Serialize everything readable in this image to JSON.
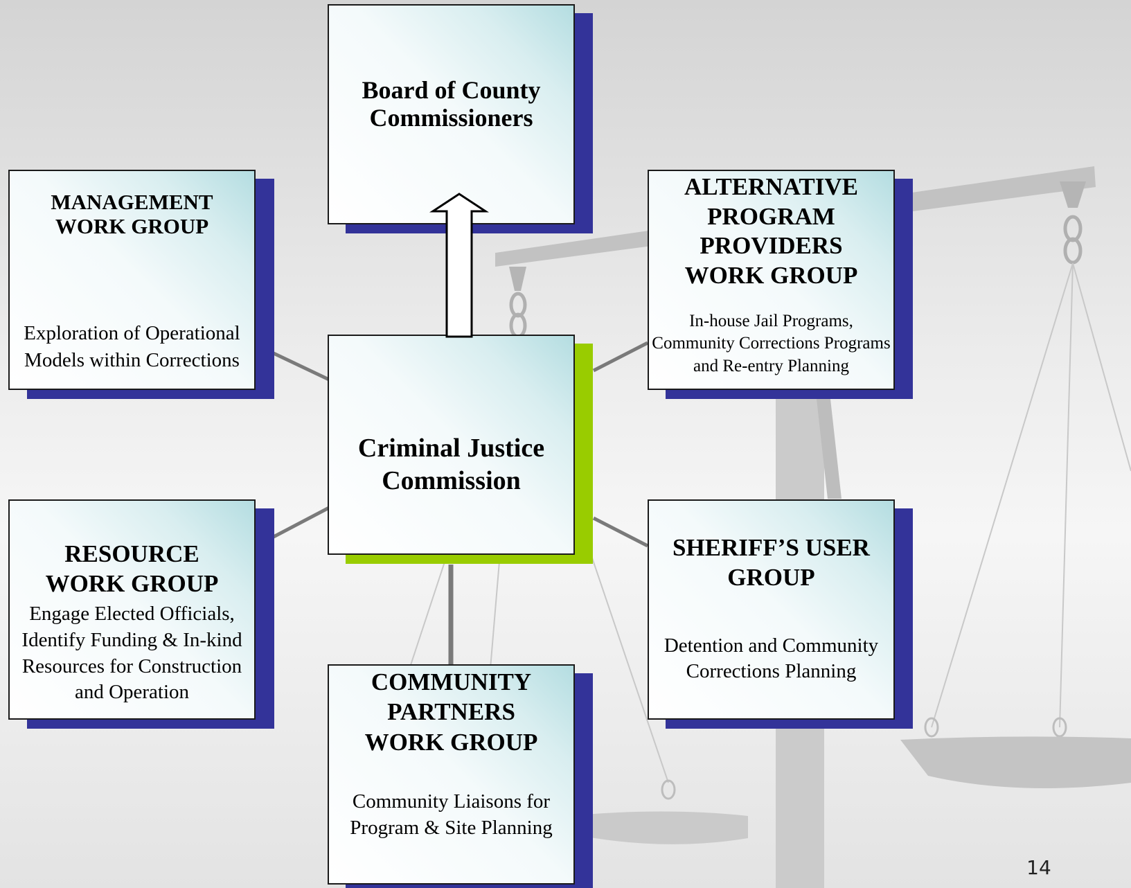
{
  "diagram": {
    "center": {
      "title": "Criminal Justice Commission"
    },
    "top": {
      "title": "Board of County Commissioners"
    },
    "groups": {
      "management": {
        "title": "MANAGEMENT WORK GROUP",
        "description": "Exploration of Operational Models within Corrections"
      },
      "alternative": {
        "title": "ALTERNATIVE PROGRAM PROVIDERS WORK GROUP",
        "description": "In-house Jail Programs, Community Corrections Programs and Re-entry Planning"
      },
      "resource": {
        "title": "RESOURCE WORK GROUP",
        "description": "Engage Elected Officials, Identify Funding & In-kind Resources for Construction and Operation"
      },
      "sheriff": {
        "title": "SHERIFF’S USER GROUP",
        "description": "Detention and Community Corrections Planning"
      },
      "community": {
        "title": "COMMUNITY PARTNERS WORK GROUP",
        "description": "Community Liaisons for Program & Site Planning"
      }
    },
    "colors": {
      "shadow": "#333399",
      "center_shadow": "#99cc00",
      "connector": "#7a7a7a"
    }
  },
  "slide_number": "14"
}
